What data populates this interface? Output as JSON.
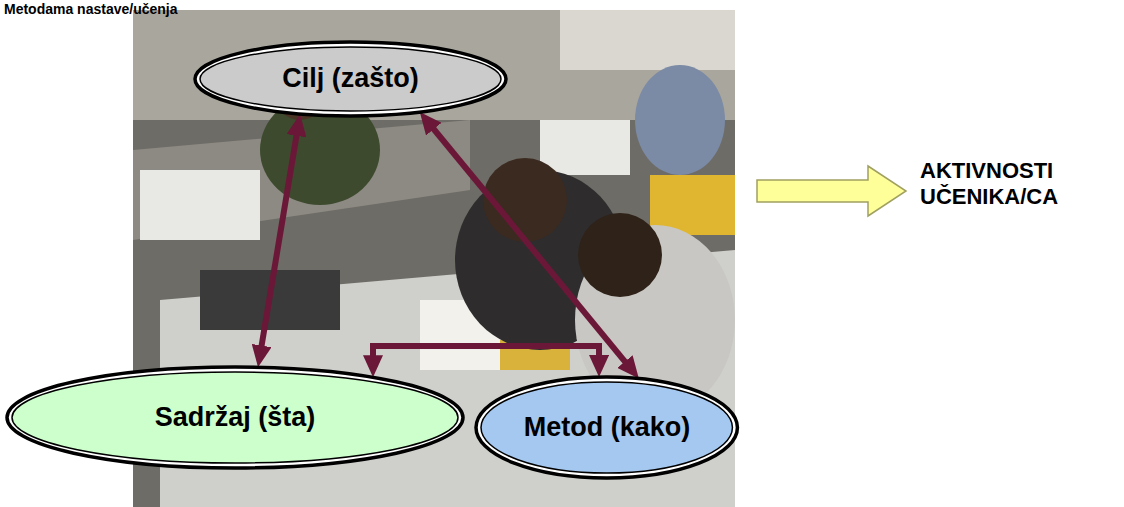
{
  "diagram": {
    "nodes": [
      {
        "text": [
          "Cilj (zašto)"
        ]
      },
      {
        "text": [
          "Sadržaj (šta)"
        ]
      },
      {
        "text": [
          "Metod (kako)"
        ]
      }
    ],
    "edges": [
      {
        "from": 0,
        "to": 1,
        "arrow": "both"
      },
      {
        "from": 0,
        "to": 2,
        "arrow": "both"
      },
      {
        "from": 1,
        "to": 2,
        "arrow": "both"
      }
    ],
    "labels": [
      "Metodama nastave/učenja",
      "AKTIVNOSTI UČENIKA/CA"
    ]
  }
}
